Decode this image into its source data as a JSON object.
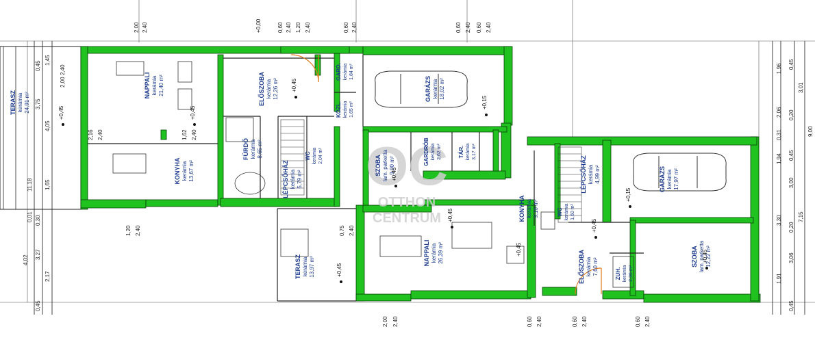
{
  "rooms": [
    {
      "name": "TERASZ",
      "material": "kerámia",
      "area": "24,91 m²"
    },
    {
      "name": "NAPPALI",
      "material": "kerámia",
      "area": "21,40 m²"
    },
    {
      "name": "KONYHA",
      "material": "kerámia",
      "area": "13,67 m²"
    },
    {
      "name": "FÜRDŐ",
      "material": "kerámia",
      "area": "8,65 m²"
    },
    {
      "name": "LÉPCSŐHÁZ",
      "material": "kerámia",
      "area": "5,79 m²"
    },
    {
      "name": "ELŐSZOBA",
      "material": "kerámia",
      "area": "12,26 m²"
    },
    {
      "name": "GARD.",
      "material": "kerámia",
      "area": "1,84 m²"
    },
    {
      "name": "KÖZL.",
      "material": "kerámia",
      "area": "1,65 m²"
    },
    {
      "name": "WC",
      "material": "kerámia",
      "area": "2,04 m²"
    },
    {
      "name": "GARÁZS",
      "material": "kerámia",
      "area": "18,02 m²"
    },
    {
      "name": "SZOBA",
      "material": "lam. parketta",
      "area": "9,90 m²"
    },
    {
      "name": "GARDRÓB",
      "material": "kerámia",
      "area": "2,62 m²"
    },
    {
      "name": "TÁR.",
      "material": "kerámia",
      "area": "3,17 m²"
    },
    {
      "name": "TERASZ",
      "material": "kerámia",
      "area": "13,97 m²"
    },
    {
      "name": "NAPPALI",
      "material": "kerámia",
      "area": "26,39 m²"
    },
    {
      "name": "KONYHA",
      "material": "kerámia",
      "area": "9,10 m²"
    },
    {
      "name": "WC",
      "material": "kerámia",
      "area": "1,60 m²"
    },
    {
      "name": "LÉPCSŐHÁZ",
      "material": "kerámia",
      "area": "4,99 m²"
    },
    {
      "name": "ELŐSZOBA",
      "material": "kerámia",
      "area": "7,60 m²"
    },
    {
      "name": "ZUH.",
      "material": "kerámia",
      "area": "2,36 m²"
    },
    {
      "name": "GARÁZS",
      "material": "kerámia",
      "area": "17,97 m²"
    },
    {
      "name": "SZOBA",
      "material": "lam. parketta",
      "area": "12,22 m²"
    }
  ],
  "dimensions_top": [
    "2,00",
    "2,40",
    "0,60",
    "2,40",
    "1,20",
    "2,40",
    "0,60",
    "2,40",
    "0,60",
    "2,40",
    "0,60",
    "2,40"
  ],
  "dimensions_left": [
    "0,45",
    "1,45",
    "2,00",
    "2,40",
    "3,75",
    "4,05",
    "2,16",
    "2,40",
    "1,62",
    "2,40",
    "11,18",
    "1,65",
    "0,30",
    "0,01",
    "4,02",
    "3,27",
    "2,17",
    "0,45"
  ],
  "dimensions_right": [
    "1,96",
    "0,45",
    "3,01",
    "2,06",
    "0,20",
    "0,31",
    "1,94",
    "0,45",
    "3,00",
    "3,30",
    "3,06",
    "1,91",
    "0,45",
    "7,15",
    "9,00",
    "0,20"
  ],
  "dimensions_bottom": [
    "1,20",
    "2,40",
    "0,75",
    "2,40",
    "2,00",
    "2,40",
    "0,60",
    "2,40",
    "0,60",
    "2,40",
    "0,60",
    "2,40"
  ],
  "levels": [
    "+0,00",
    "+0,45",
    "+0,45",
    "+0,15",
    "+0,45",
    "+0,45",
    "+0,45",
    "+0,45",
    "+0,15",
    "+0,45",
    "+0,45",
    "+0,45"
  ],
  "watermark": {
    "line1": "OTTHON",
    "line2": "CENTRUM",
    "logo": "OC"
  },
  "colors": {
    "wall": "#1fc21f",
    "wall_outline": "#0b3b0b",
    "room_label": "#1b3a8c",
    "line": "#222222"
  }
}
